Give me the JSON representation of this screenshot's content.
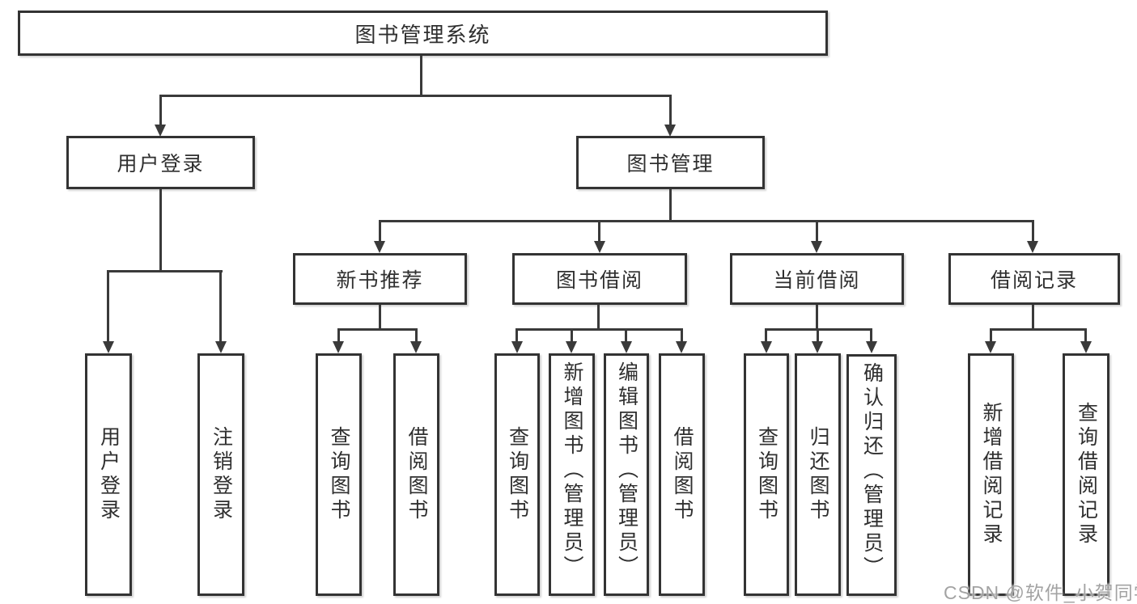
{
  "tree": {
    "root": "图书管理系统",
    "children": [
      {
        "label": "用户登录",
        "children": [
          "用户登录",
          "注销登录"
        ]
      },
      {
        "label": "图书管理",
        "children": [
          {
            "label": "新书推荐",
            "children": [
              "查询图书",
              "借阅图书"
            ]
          },
          {
            "label": "图书借阅",
            "children": [
              "查询图书",
              "新增图书（管理员）",
              "编辑图书（管理员）",
              "借阅图书"
            ]
          },
          {
            "label": "当前借阅",
            "children": [
              "查询图书",
              "归还图书",
              "确认归还（管理员）"
            ]
          },
          {
            "label": "借阅记录",
            "children": [
              "新增借阅记录",
              "查询借阅记录"
            ]
          }
        ]
      }
    ]
  },
  "watermark": {
    "text": "CSDN @软件_小贺同学"
  },
  "colors": {
    "line": "#3a3a3a",
    "box_border": "#333333",
    "text": "#2f2f2f",
    "watermark_text": "#a3a3a3",
    "background": "#ffffff"
  }
}
